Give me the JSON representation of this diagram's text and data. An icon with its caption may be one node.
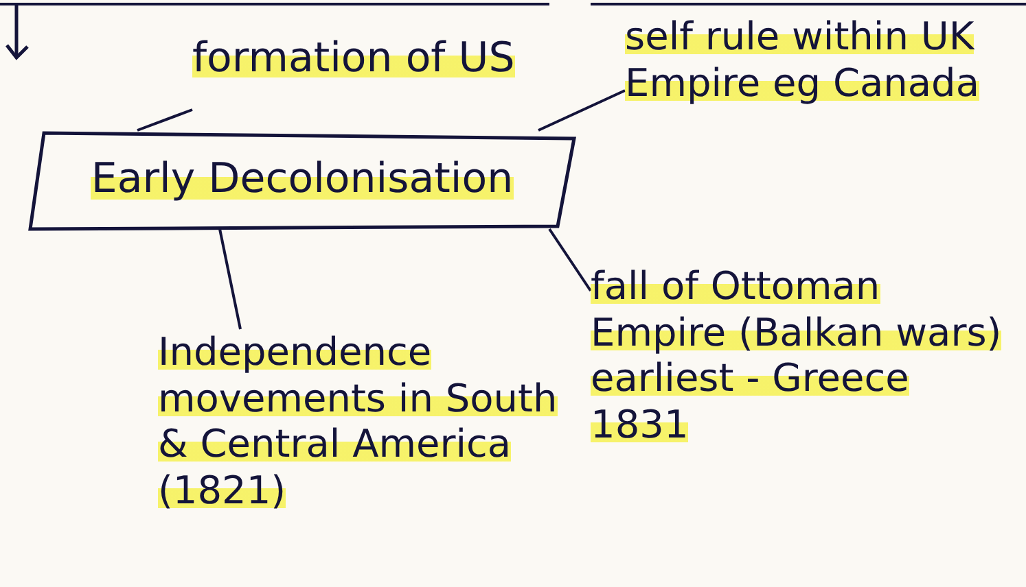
{
  "diagram": {
    "nodes": [
      {
        "text": [
          "Early Decolonisation"
        ]
      },
      {
        "text": [
          "formation of US"
        ]
      },
      {
        "text": [
          "self rule within UK Empire eg Canada"
        ]
      },
      {
        "text": [
          "Independence movements in South & Central America (1821)"
        ]
      },
      {
        "text": [
          "fall of Ottoman Empire (Balkan wars) earliest - Greece 1831"
        ]
      }
    ],
    "edges": [
      {
        "from": 1,
        "to": 0,
        "arrow": "none"
      },
      {
        "from": 2,
        "to": 0,
        "arrow": "none"
      },
      {
        "from": 0,
        "to": 3,
        "arrow": "none"
      },
      {
        "from": 0,
        "to": 4,
        "arrow": "none"
      }
    ]
  }
}
